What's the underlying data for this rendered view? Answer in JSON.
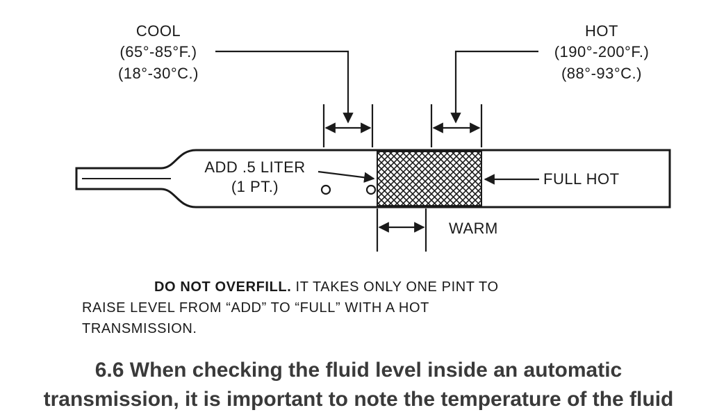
{
  "diagram": {
    "cool": {
      "title": "COOL",
      "fahrenheit": "(65°-85°F.)",
      "celsius": "(18°-30°C.)"
    },
    "hot": {
      "title": "HOT",
      "fahrenheit": "(190°-200°F.)",
      "celsius": "(88°-93°C.)"
    },
    "add_mark": {
      "line1": "ADD .5 LITER",
      "line2": "(1 PT.)"
    },
    "full_hot_mark": "FULL HOT",
    "warm_range": "WARM"
  },
  "note": {
    "emphasis": "DO NOT OVERFILL.",
    "line1_rest": " IT TAKES ONLY ONE PINT TO",
    "line2": "RAISE LEVEL FROM “ADD” TO “FULL” WITH A HOT",
    "line3": "TRANSMISSION."
  },
  "caption": {
    "line1": "6.6 When checking the fluid level inside an automatic",
    "line2": "transmission, it is important to note the temperature of the fluid"
  }
}
